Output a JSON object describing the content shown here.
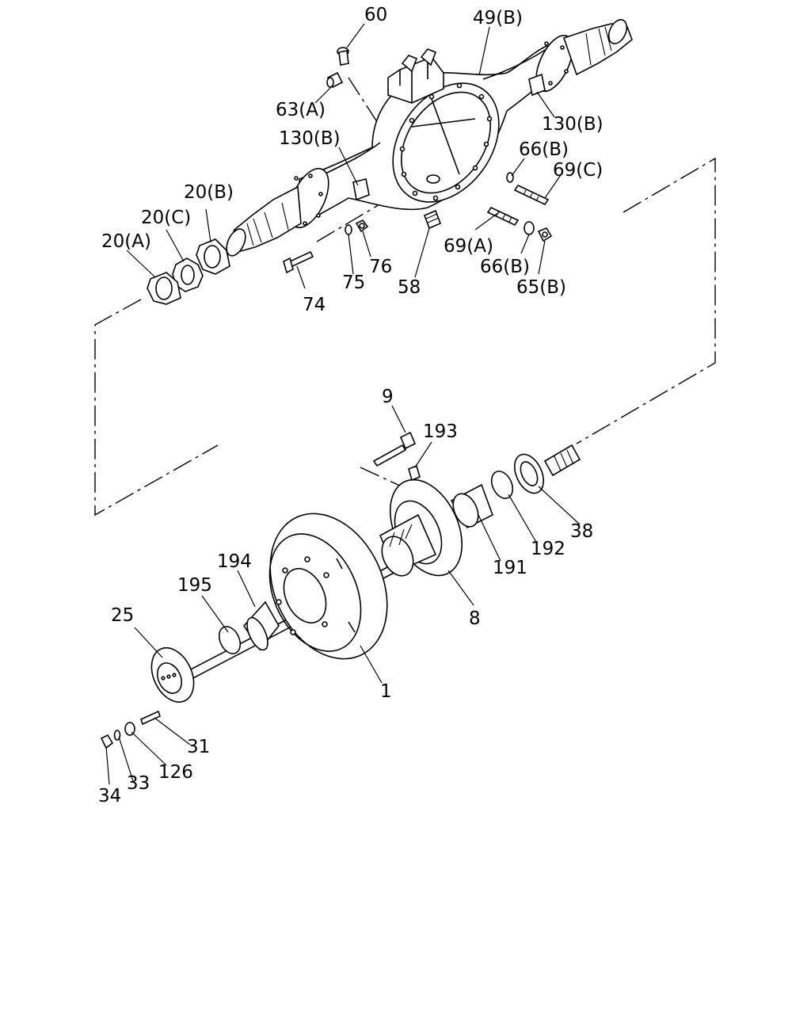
{
  "diagram": {
    "labels": {
      "p60": "60",
      "p49b": "49(B)",
      "p63a": "63(A)",
      "p130b_top": "130(B)",
      "p130b_mid": "130(B)",
      "p66b_top": "66(B)",
      "p69c": "69(C)",
      "p20b": "20(B)",
      "p20c": "20(C)",
      "p20a": "20(A)",
      "p69a": "69(A)",
      "p66b_bot": "66(B)",
      "p65b": "65(B)",
      "p76": "76",
      "p75": "75",
      "p58": "58",
      "p74": "74",
      "p9": "9",
      "p193": "193",
      "p38": "38",
      "p192": "192",
      "p191": "191",
      "p194": "194",
      "p195": "195",
      "p25": "25",
      "p8": "8",
      "p1": "1",
      "p31": "31",
      "p126": "126",
      "p33": "33",
      "p34": "34"
    }
  }
}
